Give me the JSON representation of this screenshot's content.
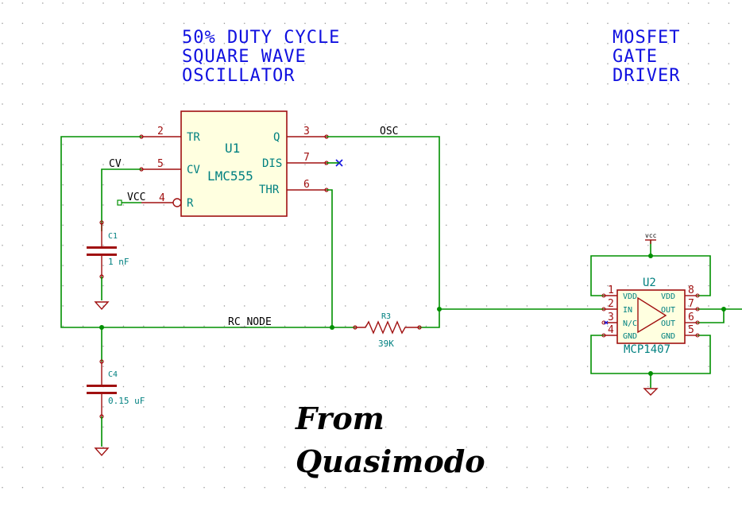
{
  "notes": {
    "oscillator": [
      "50% DUTY CYCLE",
      "SQUARE WAVE",
      "OSCILLATOR"
    ],
    "driver": [
      "MOSFET",
      "GATE",
      "DRIVER"
    ]
  },
  "u1": {
    "ref": "U1",
    "value": "LMC555",
    "pins": {
      "tr": {
        "num": "2",
        "name": "TR"
      },
      "cv": {
        "num": "5",
        "name": "CV"
      },
      "r": {
        "num": "4",
        "name": "R"
      },
      "q": {
        "num": "3",
        "name": "Q"
      },
      "dis": {
        "num": "7",
        "name": "DIS"
      },
      "thr": {
        "num": "6",
        "name": "THR"
      }
    }
  },
  "u2": {
    "ref": "U2",
    "value": "MCP1407",
    "pins": {
      "p1": {
        "num": "1",
        "name": "VDD"
      },
      "p2": {
        "num": "2",
        "name": "IN"
      },
      "p3": {
        "num": "3",
        "name": "N/C"
      },
      "p4": {
        "num": "4",
        "name": "GND"
      },
      "p8": {
        "num": "8",
        "name": "VDD"
      },
      "p7": {
        "num": "7",
        "name": "OUT"
      },
      "p6": {
        "num": "6",
        "name": "OUT"
      },
      "p5": {
        "num": "5",
        "name": "GND"
      }
    }
  },
  "c1": {
    "ref": "C1",
    "value": "1 nF"
  },
  "c4": {
    "ref": "C4",
    "value": "0.15 uF"
  },
  "r3": {
    "ref": "R3",
    "value": "39K"
  },
  "nets": {
    "osc": "OSC",
    "cv": "CV",
    "vcc": "VCC",
    "rc_node": "RC_NODE",
    "vcc_small": "vcc"
  },
  "signature": [
    "From",
    "Quasimodo"
  ]
}
